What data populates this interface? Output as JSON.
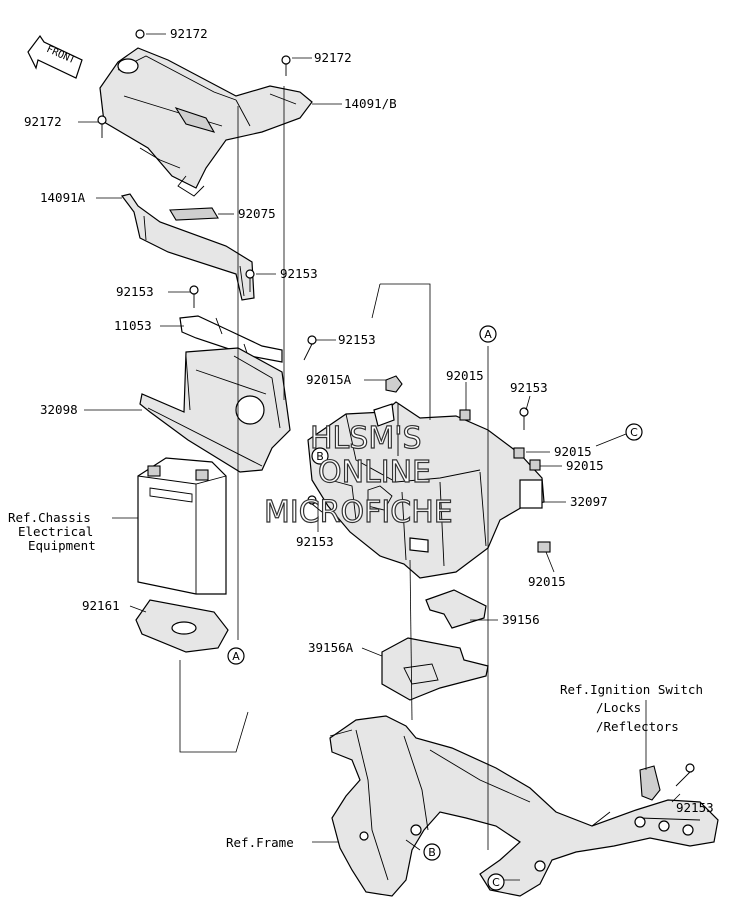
{
  "front_label": "FRONT",
  "watermark": [
    "HLSM'S",
    "ONLINE",
    "MICROFICHE"
  ],
  "callouts": [
    "A",
    "A",
    "B",
    "B",
    "C",
    "C"
  ],
  "part_labels": {
    "p92172_top": "92172",
    "p92172_mid": "92172",
    "p92172_left": "92172",
    "p14091B": "14091/B",
    "p14091A": "14091A",
    "p92075": "92075",
    "p92153_a": "92153",
    "p92153_b": "92153",
    "p11053": "11053",
    "p92153_c": "92153",
    "p92015A": "92015A",
    "p32098": "32098",
    "p92015_a": "92015",
    "p92153_d": "92153",
    "p92015_b": "92015",
    "p92015_c": "92015",
    "p32097": "32097",
    "p92153_e": "92153",
    "p92015_d": "92015",
    "p92161": "92161",
    "p39156": "39156",
    "p39156A": "39156A",
    "p92153_f": "92153"
  },
  "references": {
    "chassis": [
      "Ref.Chassis",
      "Electrical",
      "Equipment"
    ],
    "ignition": [
      "Ref.Ignition Switch",
      "/Locks",
      "/Reflectors"
    ],
    "frame": "Ref.Frame"
  }
}
